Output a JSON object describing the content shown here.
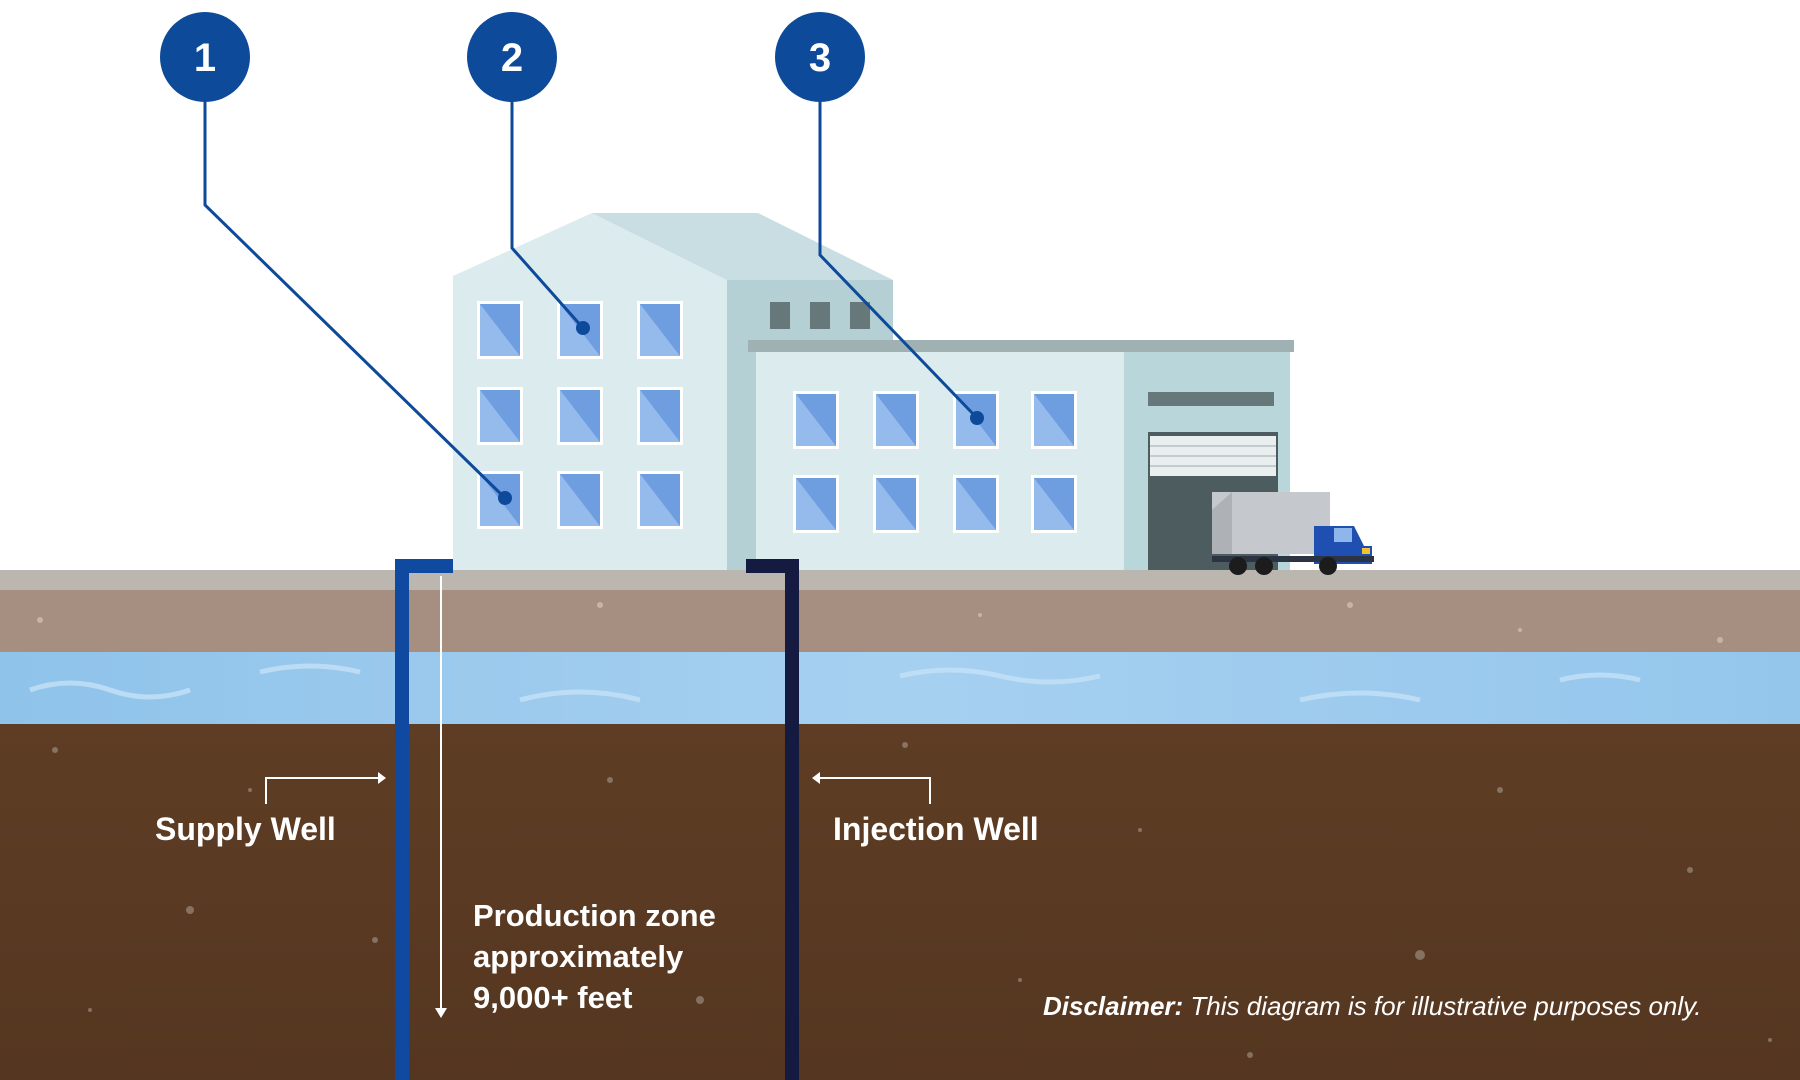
{
  "markers": [
    {
      "number": "1"
    },
    {
      "number": "2"
    },
    {
      "number": "3"
    }
  ],
  "labels": {
    "supply_well": "Supply Well",
    "injection_well": "Injection Well",
    "production_zone": [
      "Production zone",
      "approximately",
      "9,000+ feet"
    ]
  },
  "disclaimer": {
    "bold": "Disclaimer:",
    "text": " This diagram is for illustrative purposes only."
  },
  "colors": {
    "marker_blue": "#0d4a9a",
    "supply_pipe": "#0f4aa0",
    "injection_pipe": "#151a40",
    "building_light": "#dcecef",
    "building_mid": "#b9d4d8",
    "window_blue": "#6f9ee0",
    "ground_top": "#bdb7b2",
    "soil_tan": "#a48e7f",
    "aquifer": "#9cc9ec",
    "deep_soil": "#5a3a22",
    "truck_cab": "#1f4fb0"
  }
}
